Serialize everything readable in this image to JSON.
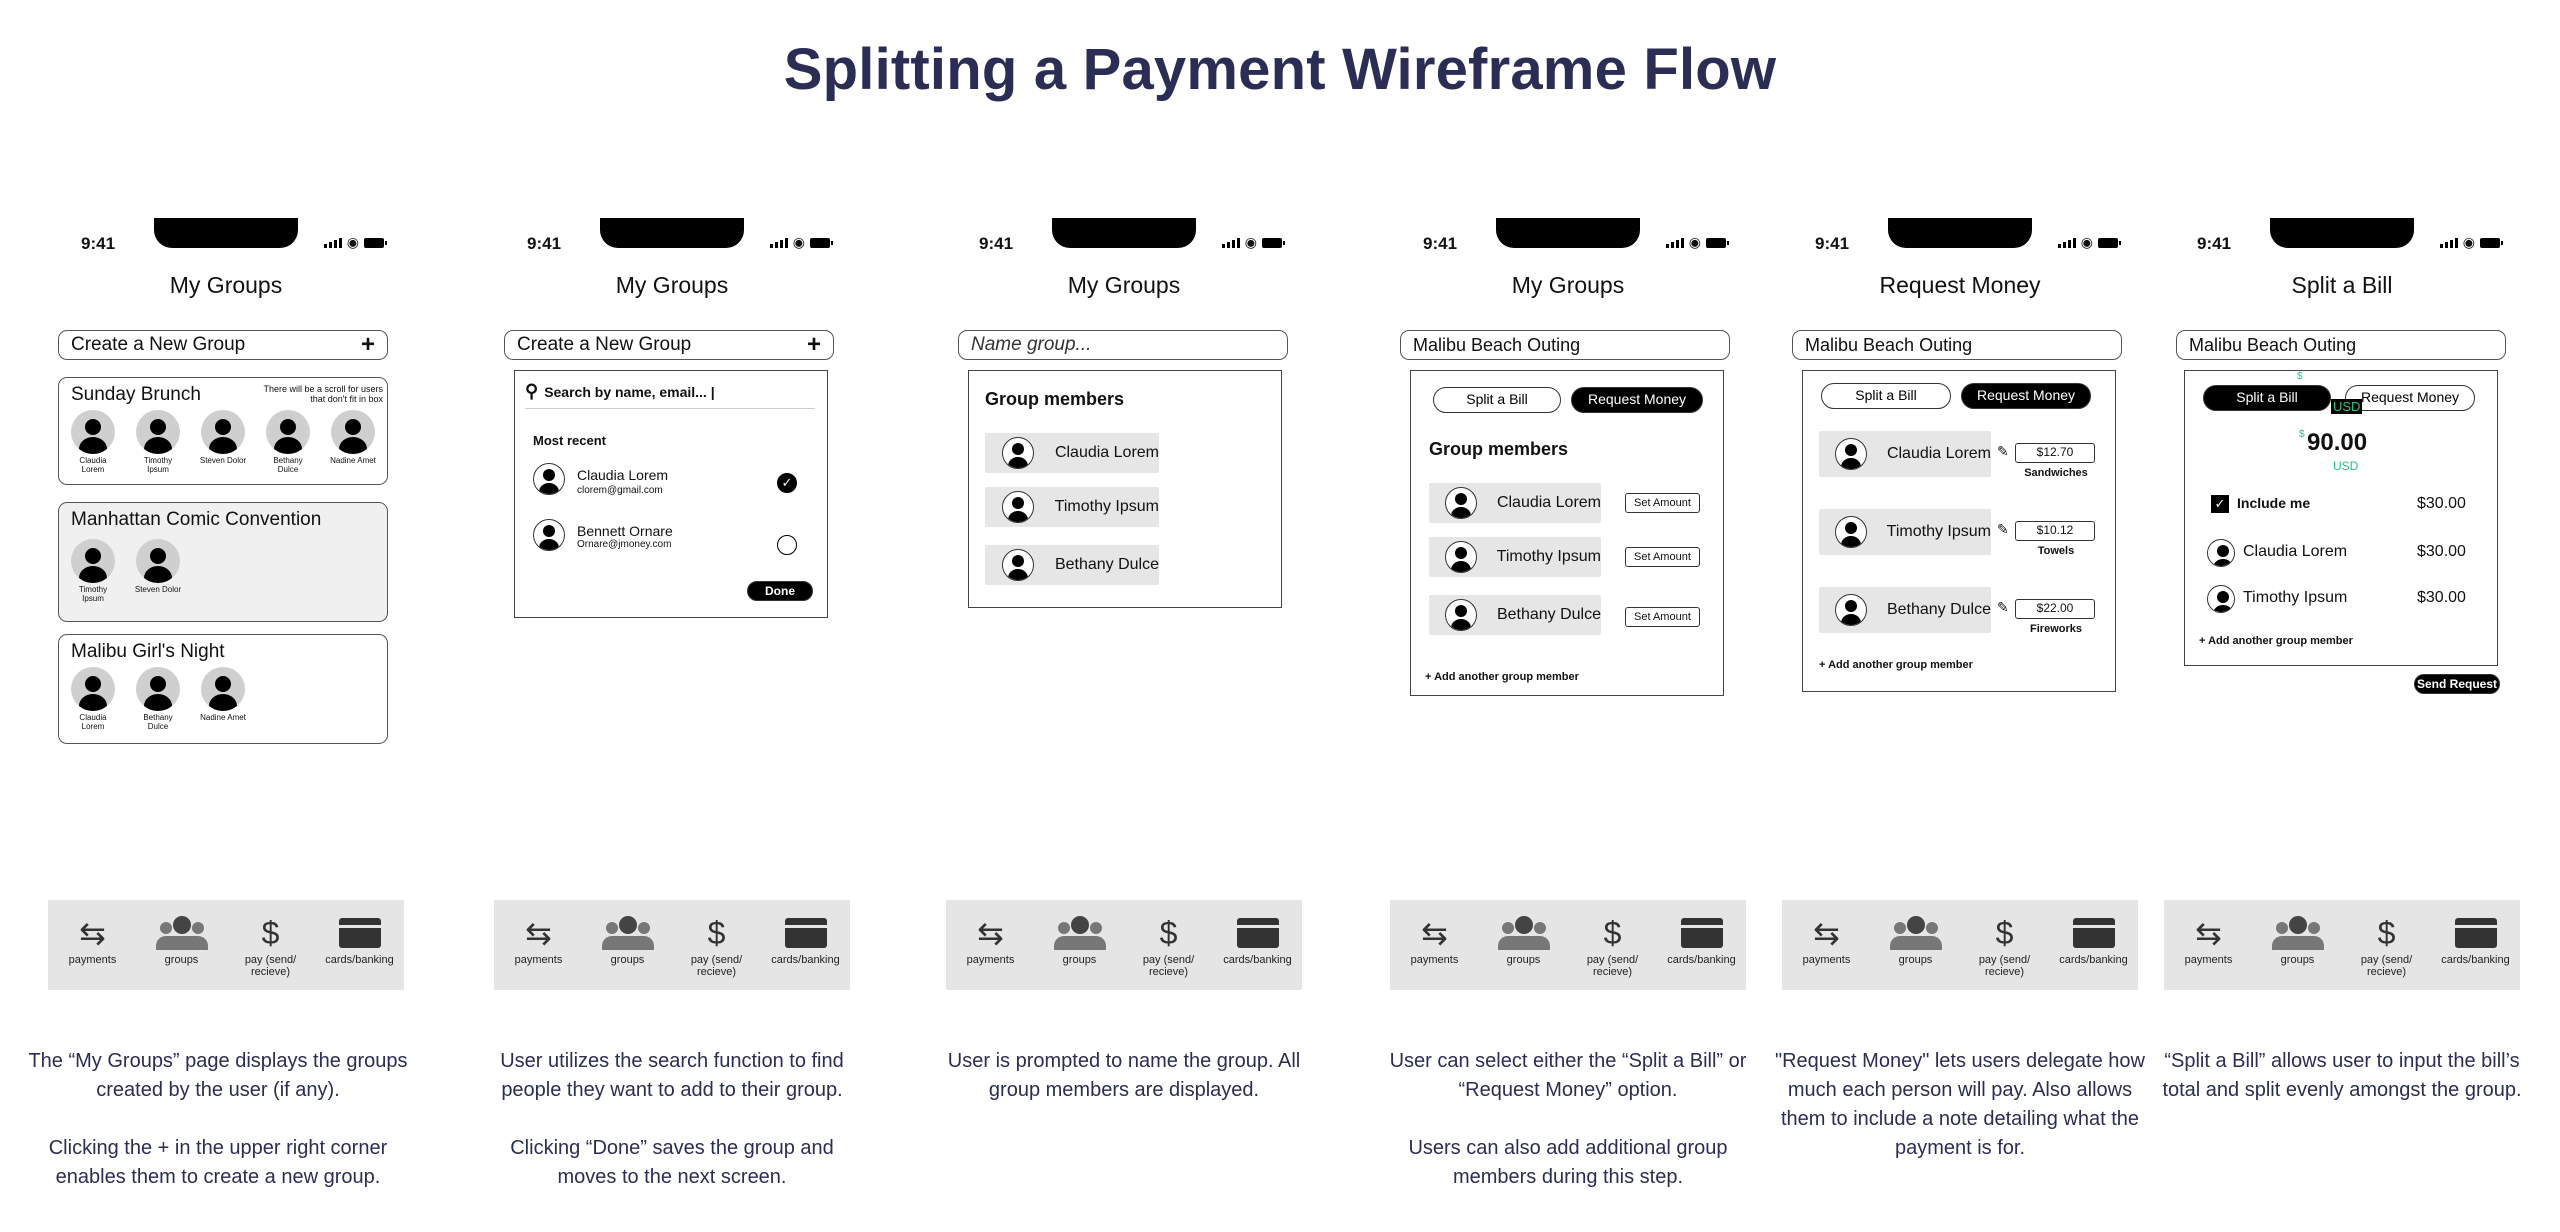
{
  "title": "Splitting a Payment Wireframe Flow",
  "status_time": "9:41",
  "nav": [
    {
      "icon": "transfer-arrows-icon",
      "label": "payments"
    },
    {
      "icon": "people-group-icon",
      "label": "groups"
    },
    {
      "icon": "dollar-icon",
      "label": "pay (send/ recieve)"
    },
    {
      "icon": "credit-card-icon",
      "label": "cards/banking"
    }
  ],
  "s1": {
    "header": "My Groups",
    "create": "Create a New Group",
    "plus": "+",
    "scroll_note": "There will be a scroll for users that don't fit in box",
    "groups": [
      {
        "name": "Sunday Brunch",
        "members": [
          "Claudia Lorem",
          "Timothy Ipsum",
          "Steven Dolor",
          "Bethany Dulce",
          "Nadine Amet"
        ]
      },
      {
        "name": "Manhattan Comic Convention",
        "members": [
          "Timothy Ipsum",
          "Steven Dolor"
        ]
      },
      {
        "name": "Malibu Girl's Night",
        "members": [
          "Claudia Lorem",
          "Bethany Dulce",
          "Nadine Amet"
        ]
      }
    ],
    "desc": "The “My Groups” page displays the groups created by the user (if any).\n\nClicking the + in the upper right corner enables them to create a new group."
  },
  "s2": {
    "header": "My Groups",
    "create": "Create a New Group",
    "plus": "+",
    "search": "Search by name, email... |",
    "recent": "Most recent",
    "people": [
      {
        "name": "Claudia Lorem",
        "email": "clorem@gmail.com"
      },
      {
        "name": "Bennett Ornare",
        "email": "Ornare@jmoney.com"
      }
    ],
    "done": "Done",
    "desc": "User utilizes the search function to find people they want to add to their group.\n\nClicking “Done” saves the group and moves to the next screen."
  },
  "s3": {
    "header": "My Groups",
    "placeholder": "Name group...",
    "members_title": "Group members",
    "members": [
      "Claudia Lorem",
      "Timothy Ipsum",
      "Bethany Dulce"
    ],
    "desc": "User is prompted to name the group. All group members are displayed."
  },
  "s4": {
    "header": "My Groups",
    "group": "Malibu Beach Outing",
    "tab_split": "Split a Bill",
    "tab_request": "Request Money",
    "members_title": "Group members",
    "members": [
      "Claudia Lorem",
      "Timothy Ipsum",
      "Bethany Dulce"
    ],
    "set_amount": "Set Amount",
    "add": "+ Add another group member",
    "desc": "User can select either the “Split a Bill” or “Request Money” option.\n\nUsers can also add additional group members during this step."
  },
  "s5": {
    "header": "Request Money",
    "group": "Malibu Beach Outing",
    "tab_split": "Split a Bill",
    "tab_request": "Request Money",
    "rows": [
      {
        "name": "Claudia Lorem",
        "amount": "$12.70",
        "note": "Sandwiches"
      },
      {
        "name": "Timothy Ipsum",
        "amount": "$10.12",
        "note": "Towels"
      },
      {
        "name": "Bethany Dulce",
        "amount": "$22.00",
        "note": "Fireworks"
      }
    ],
    "add": "+ Add another group member",
    "desc": "\"Request Money\" lets users delegate how much each person will pay. Also allows them to include a note detailing what the payment is for."
  },
  "s6": {
    "header": "Split a Bill",
    "group": "Malibu Beach Outing",
    "tab_split": "Split a Bill",
    "tab_request": "Request Money",
    "currency_sign": "$",
    "total": "90.00",
    "usd_tag": "USD",
    "usd_label": "USD",
    "include_me": "Include me",
    "include_amount": "$30.00",
    "rows": [
      {
        "name": "Claudia Lorem",
        "amount": "$30.00"
      },
      {
        "name": "Timothy Ipsum",
        "amount": "$30.00"
      }
    ],
    "add": "+ Add another group member",
    "send": "Send Request",
    "desc": "“Split a Bill” allows user to input the bill’s total and split evenly amongst the group."
  }
}
